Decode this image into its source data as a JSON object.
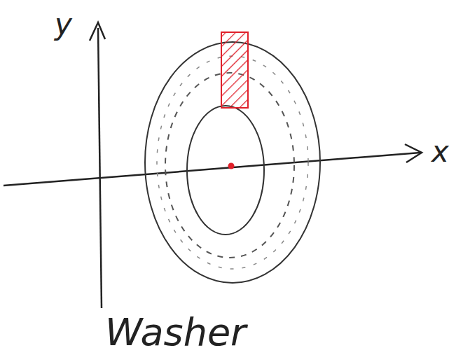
{
  "diagram": {
    "caption": "Washer",
    "labels": [
      "y",
      "x"
    ]
  }
}
